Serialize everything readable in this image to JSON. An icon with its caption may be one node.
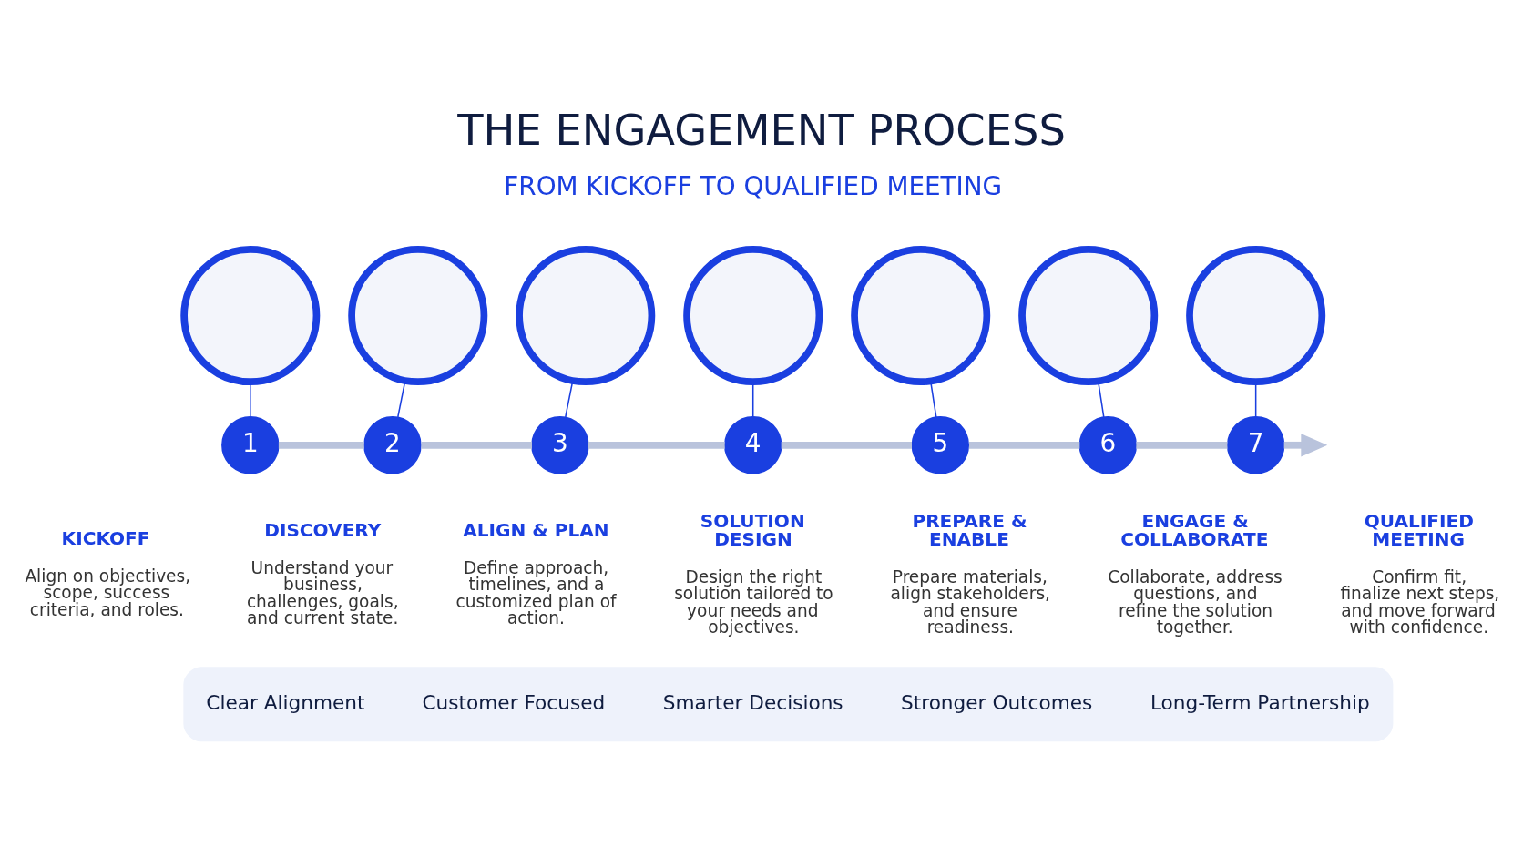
{
  "diagram": {
    "title": "THE ENGAGEMENT PROCESS",
    "nodes": [
      {
        "text": [],
        "shape": "circle"
      },
      {
        "text": [],
        "shape": "circle"
      },
      {
        "text": [],
        "shape": "circle"
      },
      {
        "text": [],
        "shape": "circle"
      },
      {
        "text": [],
        "shape": "circle"
      },
      {
        "text": [],
        "shape": "circle"
      },
      {
        "text": [],
        "shape": "circle"
      },
      {
        "text": [
          "1"
        ],
        "beside": [
          "KICKOFF",
          "Align on objectives, scope, success criteria, and roles."
        ]
      },
      {
        "text": [
          "2"
        ],
        "beside": [
          "DISCOVERY",
          "Understand your business, challenges, goals, and current state."
        ]
      },
      {
        "text": [
          "3"
        ],
        "beside": [
          "ALIGN & PLAN",
          "Define approach, timelines, and a customized plan of action."
        ]
      },
      {
        "text": [
          "4"
        ],
        "beside": [
          "SOLUTION DESIGN",
          "Design the right solution tailored to your needs and objectives."
        ]
      },
      {
        "text": [
          "5"
        ],
        "beside": [
          "PREPARE & ENABLE",
          "Prepare materials, align stakeholders, and ensure readiness."
        ]
      },
      {
        "text": [
          "6"
        ],
        "beside": [
          "ENGAGE & COLLABORATE",
          "Collaborate, address questions, and refine the solution together."
        ]
      },
      {
        "text": [
          "7"
        ],
        "beside": [
          "QUALIFIED MEETING",
          "Confirm fit, finalize next steps, and move forward with confidence."
        ]
      },
      {
        "text": [],
        "shape": "box"
      },
      {
        "text": [
          "Clear Alignment"
        ],
        "in": 14
      },
      {
        "text": [
          "Customer Focused"
        ],
        "in": 14
      },
      {
        "text": [
          "Smarter Decisions"
        ],
        "in": 14
      },
      {
        "text": [
          "Stronger Outcomes"
        ],
        "in": 14
      },
      {
        "text": [
          "Long-Term Partnership"
        ],
        "in": 14
      }
    ],
    "edges": [
      {
        "from": 0,
        "to": 7,
        "arrow": "none"
      },
      {
        "from": 1,
        "to": 8,
        "arrow": "none"
      },
      {
        "from": 2,
        "to": 9,
        "arrow": "none"
      },
      {
        "from": 3,
        "to": 10,
        "arrow": "none"
      },
      {
        "from": 4,
        "to": 11,
        "arrow": "none"
      },
      {
        "from": 5,
        "to": 12,
        "arrow": "none"
      },
      {
        "from": 6,
        "to": 13,
        "arrow": "none"
      },
      {
        "from": 7,
        "to": 8,
        "arrow": "none",
        "style": "thick",
        "color": "#b9c3dc"
      },
      {
        "from": 8,
        "to": 9,
        "arrow": "none",
        "style": "thick",
        "color": "#b9c3dc"
      },
      {
        "from": 9,
        "to": 10,
        "arrow": "none",
        "style": "thick",
        "color": "#b9c3dc"
      },
      {
        "from": 10,
        "to": 11,
        "arrow": "none",
        "style": "thick",
        "color": "#b9c3dc"
      },
      {
        "from": 11,
        "to": 12,
        "arrow": "none",
        "style": "thick",
        "color": "#b9c3dc"
      },
      {
        "from": 12,
        "to": 13,
        "arrow": "none",
        "style": "thick",
        "color": "#b9c3dc"
      },
      {
        "from": 13,
        "to": null,
        "arrow": "to",
        "style": "thick",
        "color": "#b9c3dc"
      }
    ],
    "labels": [
      "FROM KICKOFF TO QUALIFIED MEETING"
    ]
  }
}
